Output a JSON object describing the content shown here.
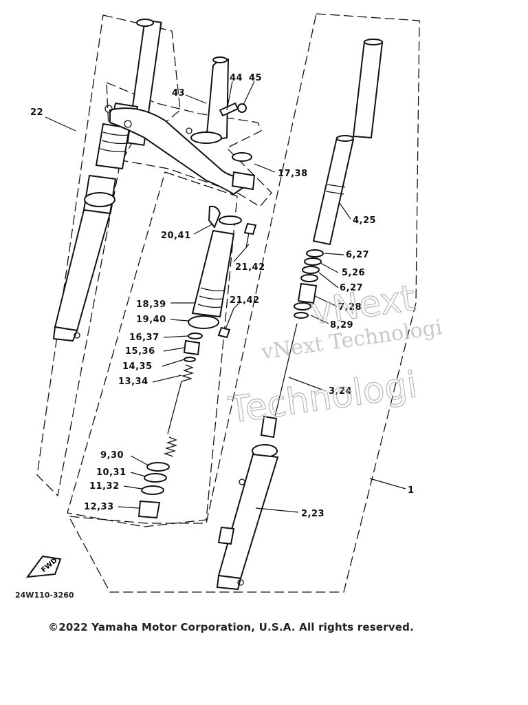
{
  "callouts": {
    "c22": "22",
    "c43": "43",
    "c44": "44",
    "c45": "45",
    "c17_38": "17,38",
    "c4_25": "4,25",
    "c20_41": "20,41",
    "c6_27a": "6,27",
    "c5_26": "5,26",
    "c6_27b": "6,27",
    "c21_42a": "21,42",
    "c18_39": "18,39",
    "c21_42b": "21,42",
    "c7_28": "7,28",
    "c19_40": "19,40",
    "c8_29": "8,29",
    "c16_37": "16,37",
    "c15_36": "15,36",
    "c14_35": "14,35",
    "c13_34": "13,34",
    "c3_24": "3,24",
    "c9_30": "9,30",
    "c10_31": "10,31",
    "c11_32": "11,32",
    "c12_33": "12,33",
    "c2_23": "2,23",
    "c1": "1"
  },
  "fwd_label": "FWD",
  "drawing_code": "24W110-3260",
  "watermark": {
    "line1": "vNext Technologi",
    "line2": "vNext",
    "line3": "Technologi"
  },
  "copyright": "©2022 Yamaha Motor Corporation, U.S.A. All rights reserved."
}
